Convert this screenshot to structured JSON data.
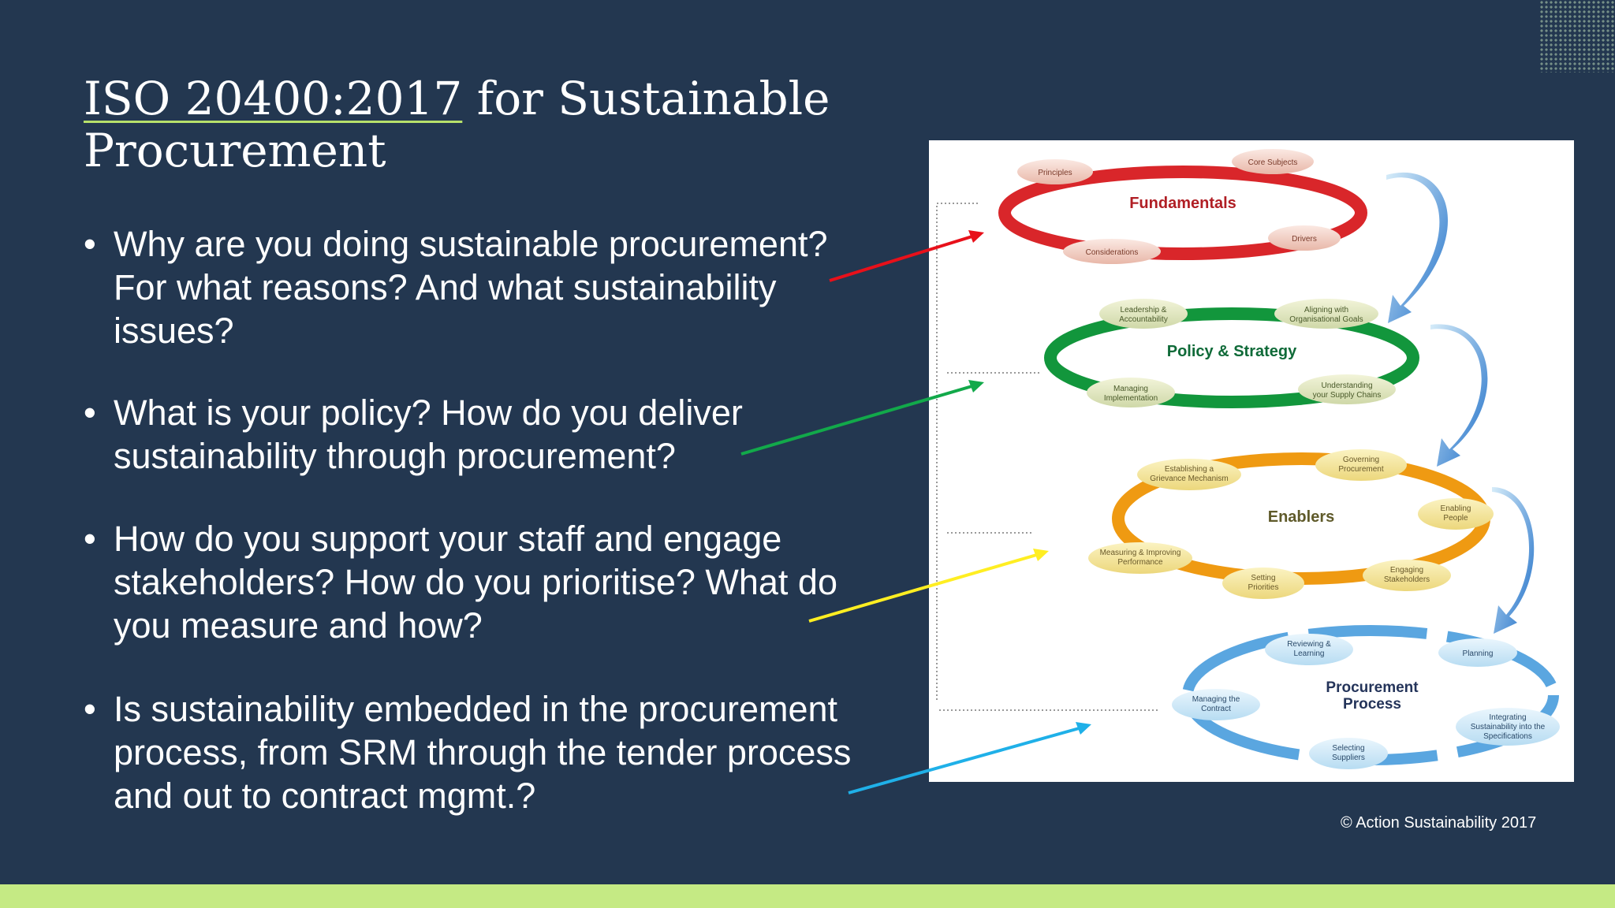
{
  "title": {
    "part1": "ISO 20400:2017",
    "part2": " for Sustainable",
    "part3": "Procurement"
  },
  "bullets": [
    {
      "lines": [
        "Why are you doing sustainable procurement?",
        "For what reasons? And what sustainability",
        "issues?"
      ],
      "arrow_color": "#e8101a"
    },
    {
      "lines": [
        "What is your policy? How do you deliver",
        "sustainability through procurement?"
      ],
      "arrow_color": "#12a94a"
    },
    {
      "lines": [
        "How do you support your staff and engage",
        "stakeholders? How do you prioritise? What do",
        "you measure and how?"
      ],
      "arrow_color": "#ffee22"
    },
    {
      "lines": [
        "Is sustainability embedded in the procurement",
        "process, from SRM through the tender process",
        "and out to contract mgmt.?"
      ],
      "arrow_color": "#1fb0e8"
    }
  ],
  "bullet_symbol": "•",
  "copyright": "© Action Sustainability 2017",
  "diagram": {
    "fundamentals": {
      "label": "Fundamentals",
      "color": "#d9262a",
      "bubbles": [
        "Principles",
        "Core Subjects",
        "Considerations",
        "Drivers"
      ]
    },
    "policy": {
      "label": "Policy & Strategy",
      "color": "#12963c",
      "bubbles": [
        "Leadership &",
        "Accountability",
        "Aligning with",
        "Organisational Goals",
        "Managing",
        "Implementation",
        "Understanding",
        "your Supply Chains"
      ]
    },
    "enablers": {
      "label": "Enablers",
      "color": "#ef9a12",
      "bubbles": [
        "Establishing a",
        "Grievance Mechanism",
        "Governing",
        "Procurement",
        "Enabling",
        "People",
        "Measuring & Improving",
        "Performance",
        "Setting",
        "Priorities",
        "Engaging",
        "Stakeholders"
      ]
    },
    "process": {
      "label_line1": "Procurement",
      "label_line2": "Process",
      "color": "#3b86d0",
      "bubbles": [
        "Reviewing &",
        "Learning",
        "Planning",
        "Managing the",
        "Contract",
        "Integrating",
        "Sustainability into the",
        "Specifications",
        "Selecting",
        "Suppliers"
      ]
    }
  }
}
